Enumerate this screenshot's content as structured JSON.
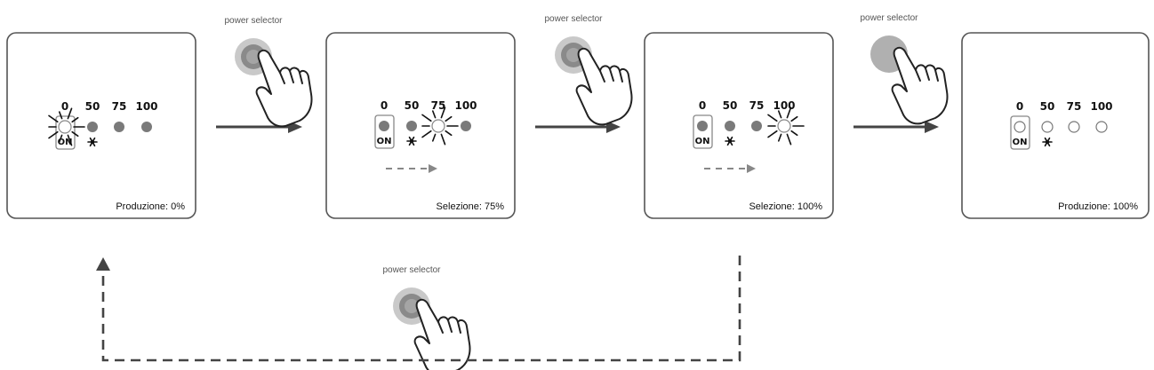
{
  "actor_label": "power selector",
  "levels": [
    "0",
    "50",
    "75",
    "100"
  ],
  "on_label": "ON",
  "icons": {
    "hand": "pointing-hand-icon",
    "button": "round-button-icon",
    "blink": "blinking-led-icon",
    "fan": "snowflake-icon"
  },
  "colors": {
    "led_on": "#7a7a7a",
    "button_ring": "#8a8a8a",
    "button_fill": "#b0b0b0",
    "frame": "#555555"
  },
  "panels": [
    {
      "status": "Produzione: 0%",
      "leds": [
        "blink",
        "on",
        "on",
        "on"
      ],
      "selection_arrow": false
    },
    {
      "status": "Selezione: 75%",
      "leds": [
        "on",
        "on",
        "blink",
        "on"
      ],
      "selection_arrow": true
    },
    {
      "status": "Selezione: 100%",
      "leds": [
        "on",
        "on",
        "on",
        "blink"
      ],
      "selection_arrow": true
    },
    {
      "status": "Produzione: 100%",
      "leds": [
        "off",
        "off",
        "off",
        "off"
      ],
      "selection_arrow": false
    }
  ],
  "steps": [
    {
      "label": "power selector",
      "button": "ring"
    },
    {
      "label": "power selector",
      "button": "ring"
    },
    {
      "label": "power selector",
      "button": "solid"
    }
  ],
  "reset_step": {
    "label": "power selector",
    "button": "ring"
  }
}
